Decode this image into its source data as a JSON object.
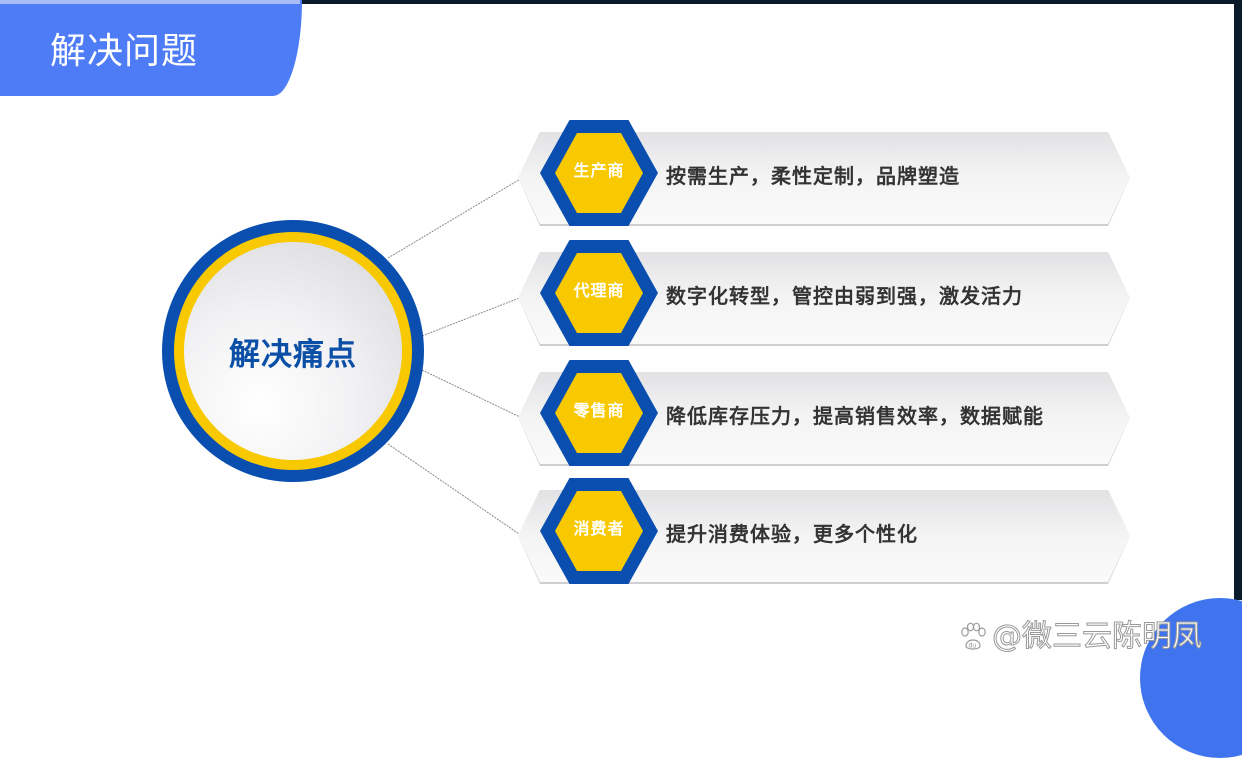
{
  "header": {
    "title": "解决问题"
  },
  "center": {
    "label": "解决痛点"
  },
  "items": [
    {
      "tag": "生产商",
      "description": "按需生产，柔性定制，品牌塑造"
    },
    {
      "tag": "代理商",
      "description": "数字化转型，管控由弱到强，激发活力"
    },
    {
      "tag": "零售商",
      "description": "降低库存压力，提高销售效率，数据赋能"
    },
    {
      "tag": "消费者",
      "description": "提升消费体验，更多个性化"
    }
  ],
  "watermark": {
    "icon": "baidu-paw-icon",
    "text": "@微三云陈明凤"
  },
  "colors": {
    "title_tab": "#4d7cf6",
    "ring_blue": "#0a4fb0",
    "ring_yellow": "#f8c900",
    "center_text": "#0c4fa6",
    "description_text": "#333333",
    "frame": "#0b1a2a"
  }
}
